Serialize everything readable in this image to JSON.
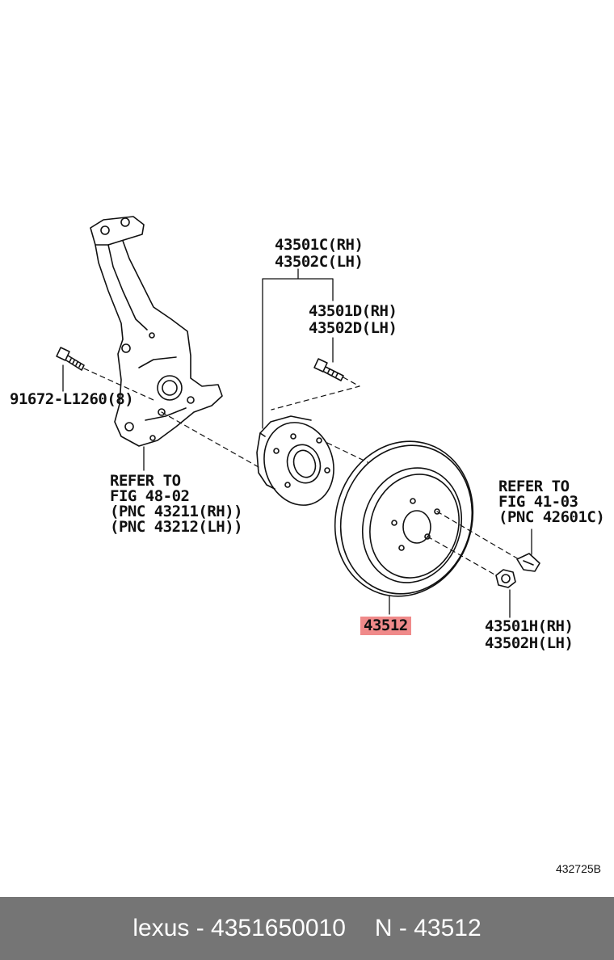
{
  "labels": {
    "hub_rh": "43501C(RH)",
    "hub_lh": "43502C(LH)",
    "bolt_rh": "43501D(RH)",
    "bolt_lh": "43502D(LH)",
    "bolt_knuckle": "91672-L1260(8)",
    "refer_knuckle_1": "REFER TO",
    "refer_knuckle_2": "FIG 48-02",
    "refer_knuckle_3": "(PNC 43211(RH))",
    "refer_knuckle_4": "(PNC 43212(LH))",
    "refer_nut_1": "REFER TO",
    "refer_nut_2": "FIG 41-03",
    "refer_nut_3": "(PNC 42601C)",
    "disc": "43512",
    "nut_rh": "43501H(RH)",
    "nut_lh": "43502H(LH)"
  },
  "diagram_code": "432725B",
  "footer": {
    "brand": "lexus - 4351650010",
    "part": "N - 43512"
  },
  "colors": {
    "highlight": "#f08a8a",
    "footer_bg": "#757575",
    "line": "#111111"
  }
}
